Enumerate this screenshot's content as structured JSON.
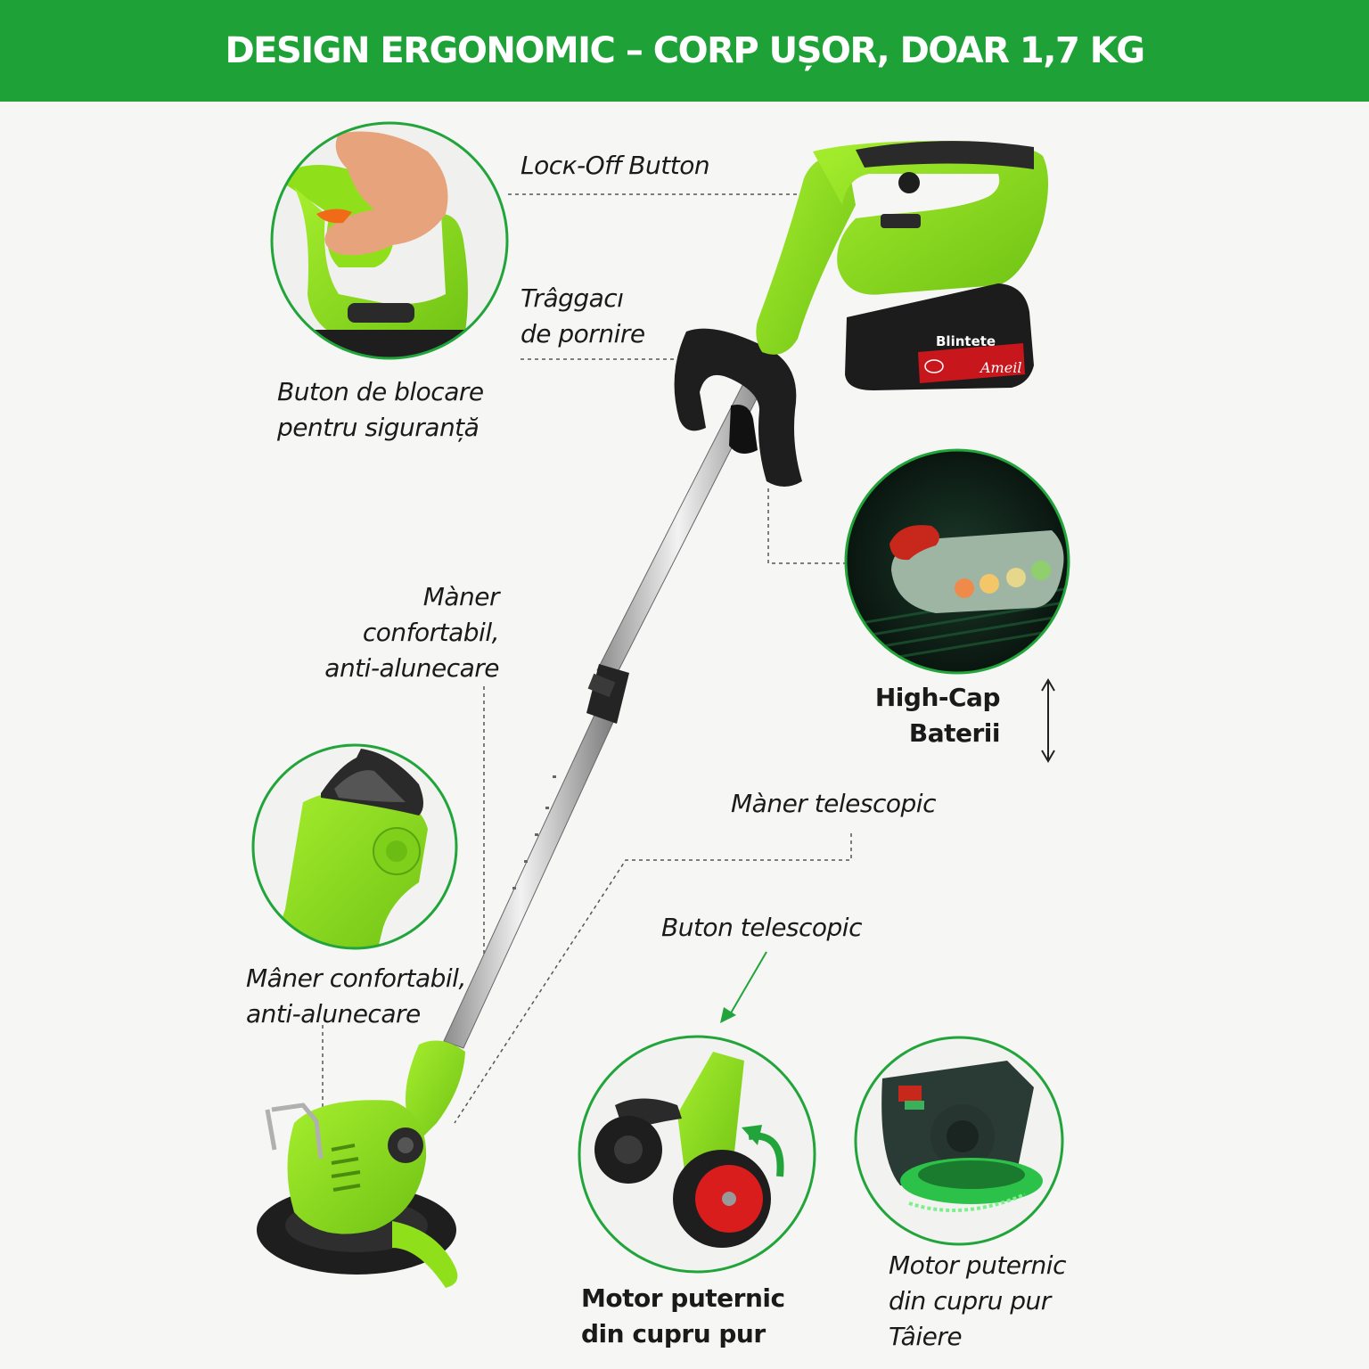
{
  "banner": {
    "title": "DESIGN ERGONOMIC – CORP UȘOR, DOAR 1,7 KG"
  },
  "colors": {
    "banner": "#1ea238",
    "lime": "#8fe01a",
    "lime_dark": "#5fae10",
    "circle_border": "#21a43a",
    "handle_black": "#1e1e1e",
    "battery_red": "#c8161d",
    "background": "#f6f6f4"
  },
  "labels": {
    "lock_off": "Locк-Off Button",
    "trigger": [
      "Trâggacı",
      "de pornire"
    ],
    "safety_lock": [
      "Buton de blocare",
      "pentru siguranță"
    ],
    "comfort_handle_right": [
      "Màner",
      "confortabil,",
      "anti-alunecare"
    ],
    "battery": [
      "High-Cap",
      "Baterii"
    ],
    "telescopic_handle": "Màner telescopic",
    "telescopic_button": "Buton telescopic",
    "comfort_handle_left": [
      "Mâner confortabil,",
      "anti-alunecare"
    ],
    "motor_center": [
      "Motor puternic",
      "din cupru pur"
    ],
    "motor_right": [
      "Motor puternic",
      "din cupru pur",
      "Tâiere"
    ]
  },
  "product": {
    "battery_brand": "Blintete",
    "battery_model": "Ameil"
  },
  "icons": {
    "battery_arrow": "double-arrow-vertical-icon",
    "telescopic_arrow": "arrow-down-left-icon",
    "rotate_arrow": "curved-arrow-icon"
  }
}
